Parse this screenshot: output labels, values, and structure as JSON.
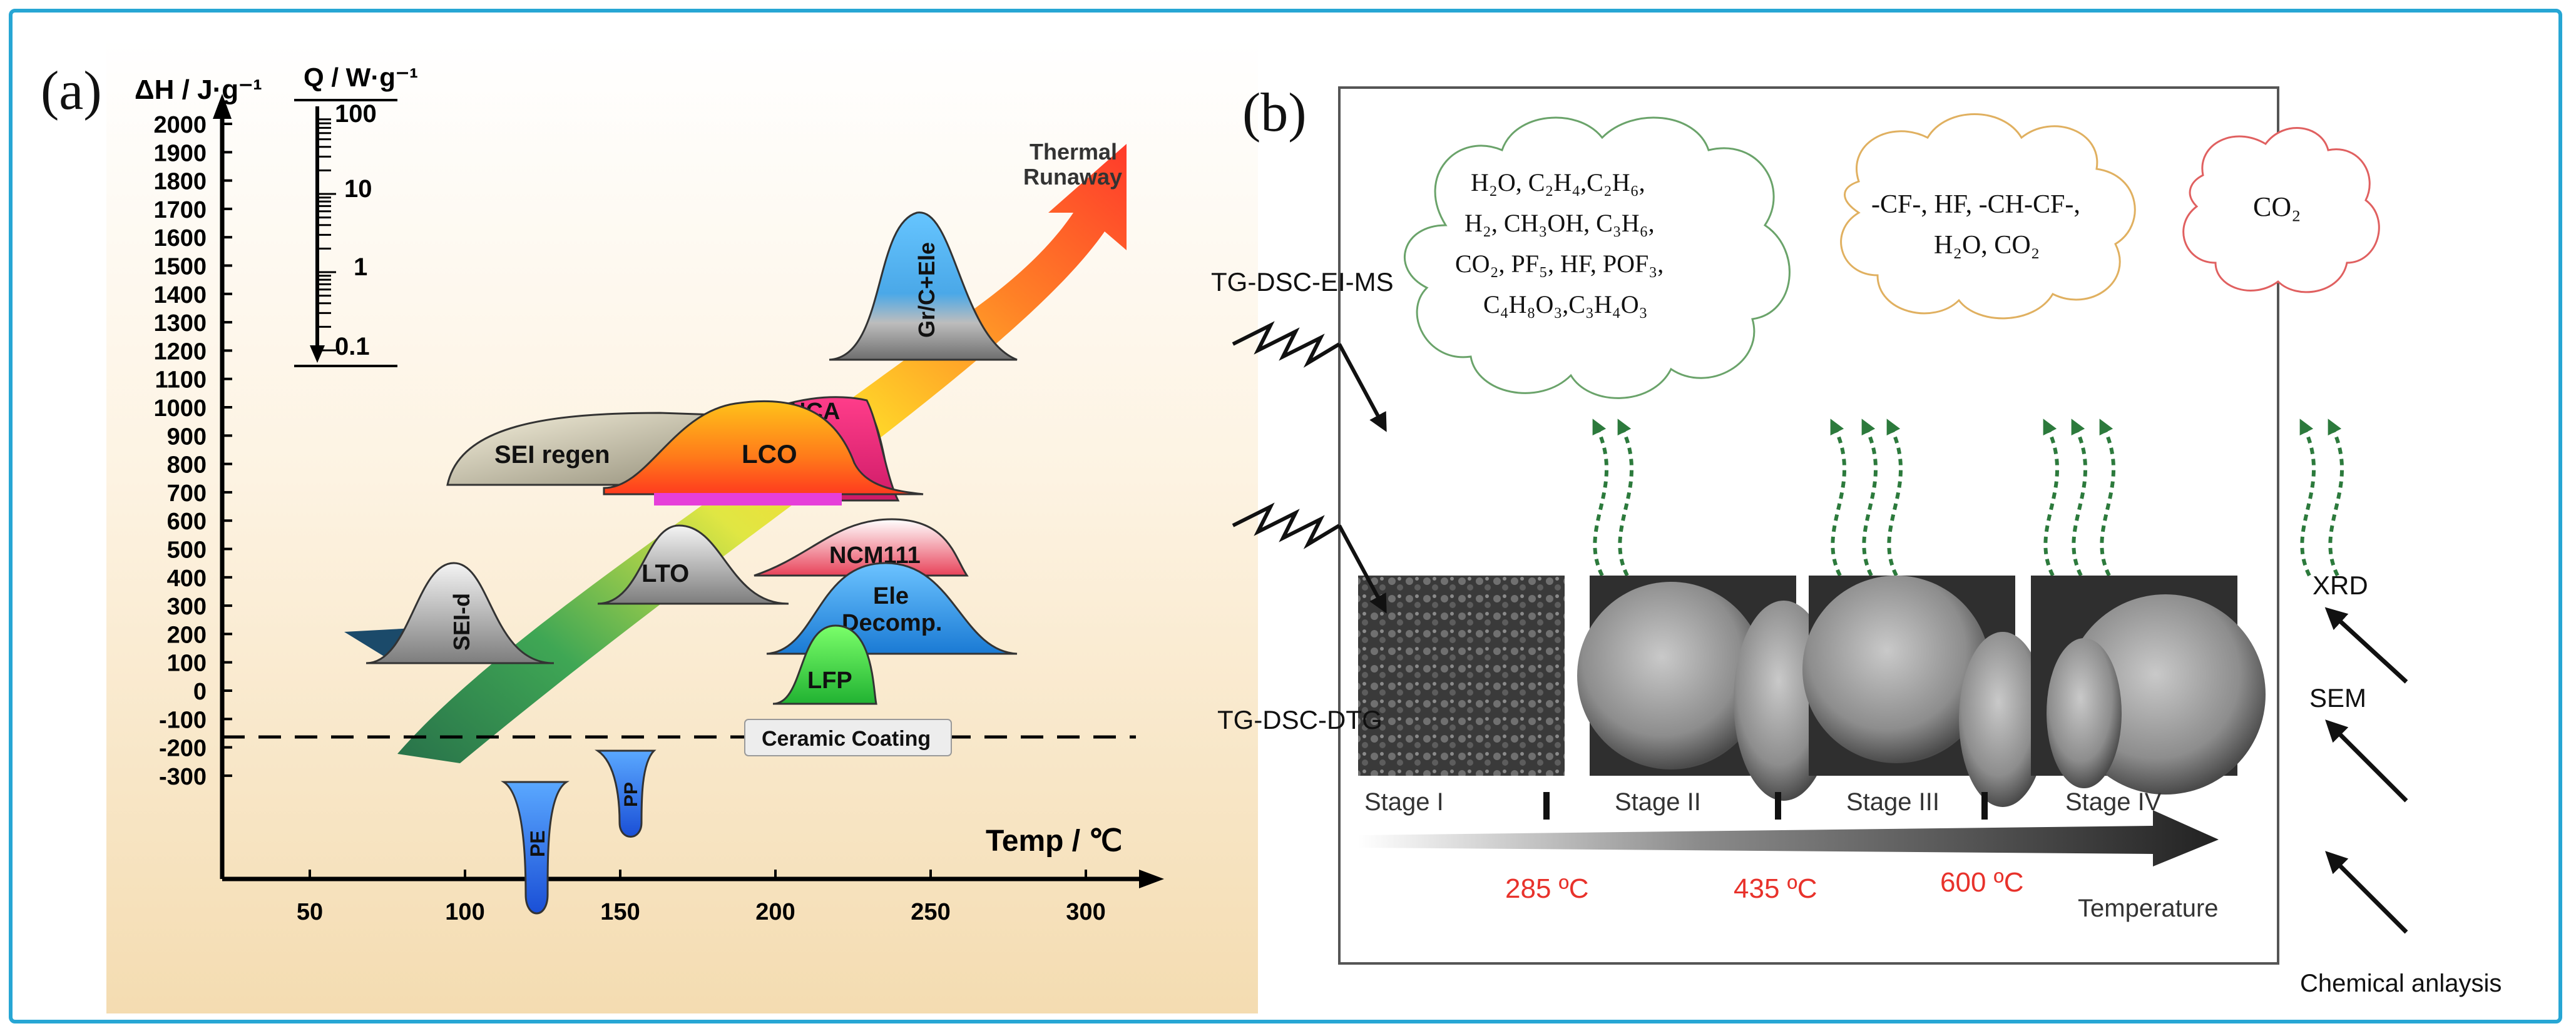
{
  "panel_a": {
    "label": "(a)",
    "dh_axis_label": "ΔH / J·g⁻¹",
    "q_axis_label": "Q / W·g⁻¹",
    "temp_axis_label": "Temp / ℃",
    "dh_ticks": [
      "2000",
      "1900",
      "1800",
      "1700",
      "1600",
      "1500",
      "1400",
      "1300",
      "1200",
      "1100",
      "1000",
      "900",
      "800",
      "700",
      "600",
      "500",
      "400",
      "300",
      "200",
      "100",
      "0",
      "-100",
      "-200",
      "-300"
    ],
    "temp_ticks": [
      "50",
      "100",
      "150",
      "200",
      "250",
      "300"
    ],
    "q_ticks": [
      "100",
      "10",
      "1",
      "0.1"
    ],
    "regions": {
      "sei_d": "SEI-d",
      "sei_regen": "SEI regen",
      "lto": "LTO",
      "lco": "LCO",
      "nca": "NCA",
      "ncm111": "NCM111",
      "ele_decomp_1": "Ele",
      "ele_decomp_2": "Decomp.",
      "lfp": "LFP",
      "gr_c_ele": "Gr/C+Ele",
      "pe": "PE",
      "pp": "PP",
      "ceramic": "Ceramic Coating",
      "runaway_1": "Thermal",
      "runaway_2": "Runaway"
    }
  },
  "panel_b": {
    "label": "(b)",
    "method_top": "TG-DSC-EI-MS",
    "method_bottom": "TG-DSC-DTG",
    "cloud_1": [
      "H₂O, C₂H₄,C₂H₆,",
      "H₂, CH₃OH, C₃H₆,",
      "CO₂, PF₅, HF, POF₃,",
      "C₄H₈O₃,C₃H₄O₃"
    ],
    "cloud_2": [
      "-CF-, HF, -CH-CF-,",
      "H₂O, CO₂"
    ],
    "cloud_3": [
      "CO₂"
    ],
    "stages": [
      "Stage I",
      "Stage II",
      "Stage III",
      "Stage IV"
    ],
    "temps": [
      "285 ºC",
      "435 ºC",
      "600 ºC"
    ],
    "temperature_label": "Temperature",
    "side_labels": [
      "XRD",
      "SEM",
      "Chemical anlaysis"
    ]
  }
}
